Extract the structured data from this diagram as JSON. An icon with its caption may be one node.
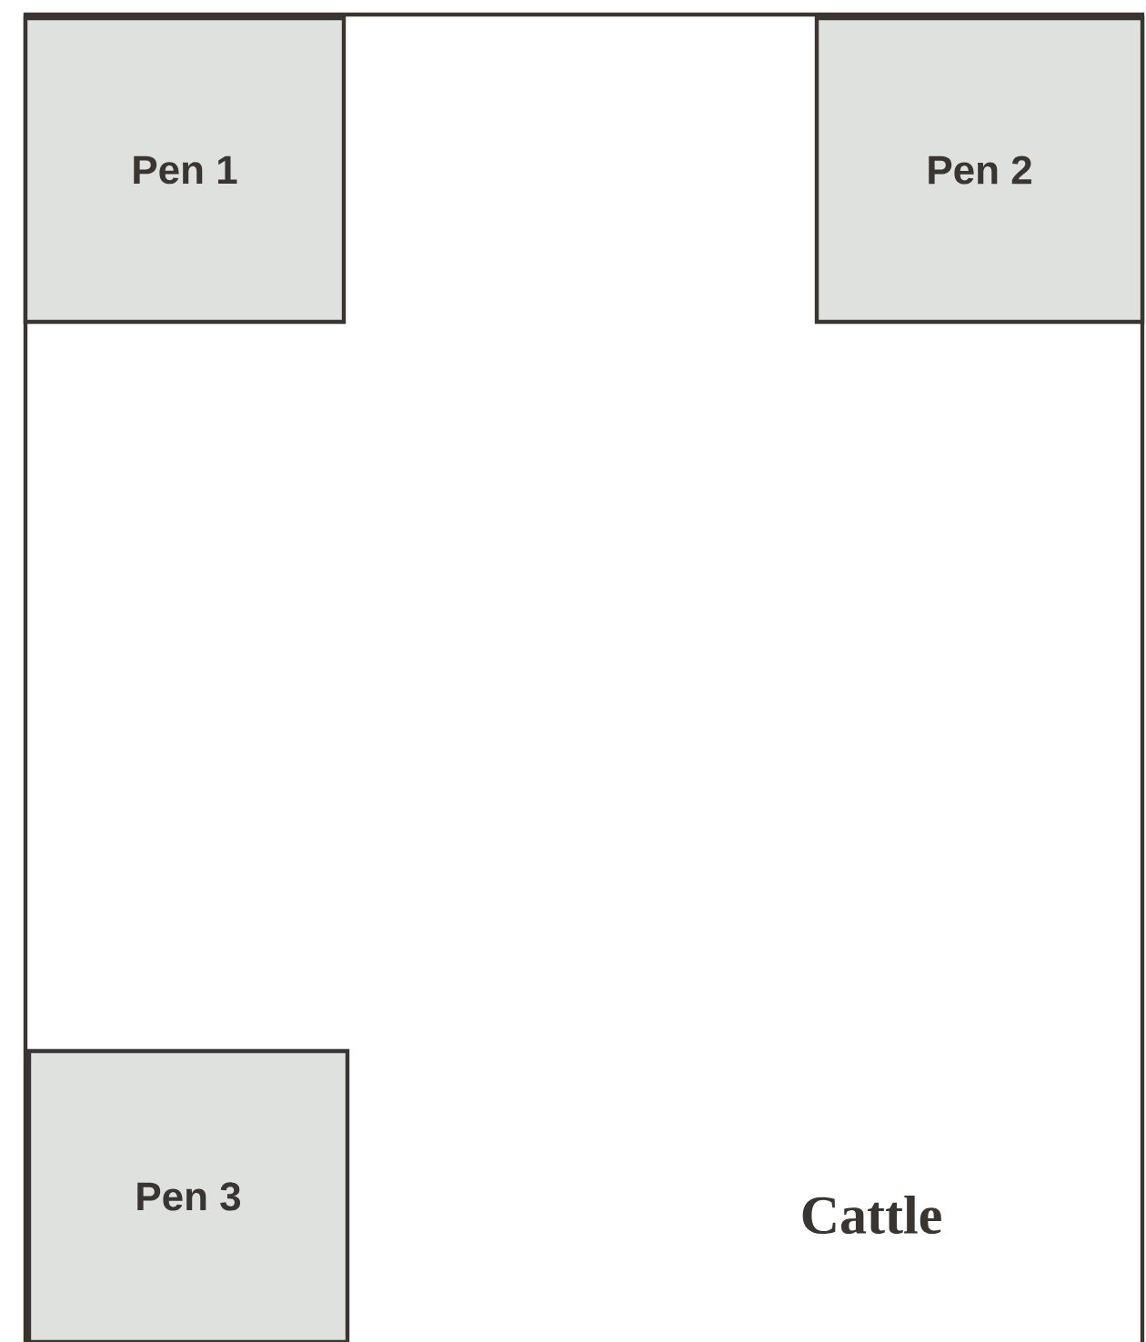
{
  "diagram": {
    "nodes": [
      {
        "text": [
          "Cattle"
        ]
      },
      {
        "text": [
          "Pen 1"
        ],
        "in": 0
      },
      {
        "text": [
          "Pen 2"
        ],
        "in": 0
      },
      {
        "text": [
          "Pen 3"
        ],
        "in": 0
      }
    ]
  }
}
